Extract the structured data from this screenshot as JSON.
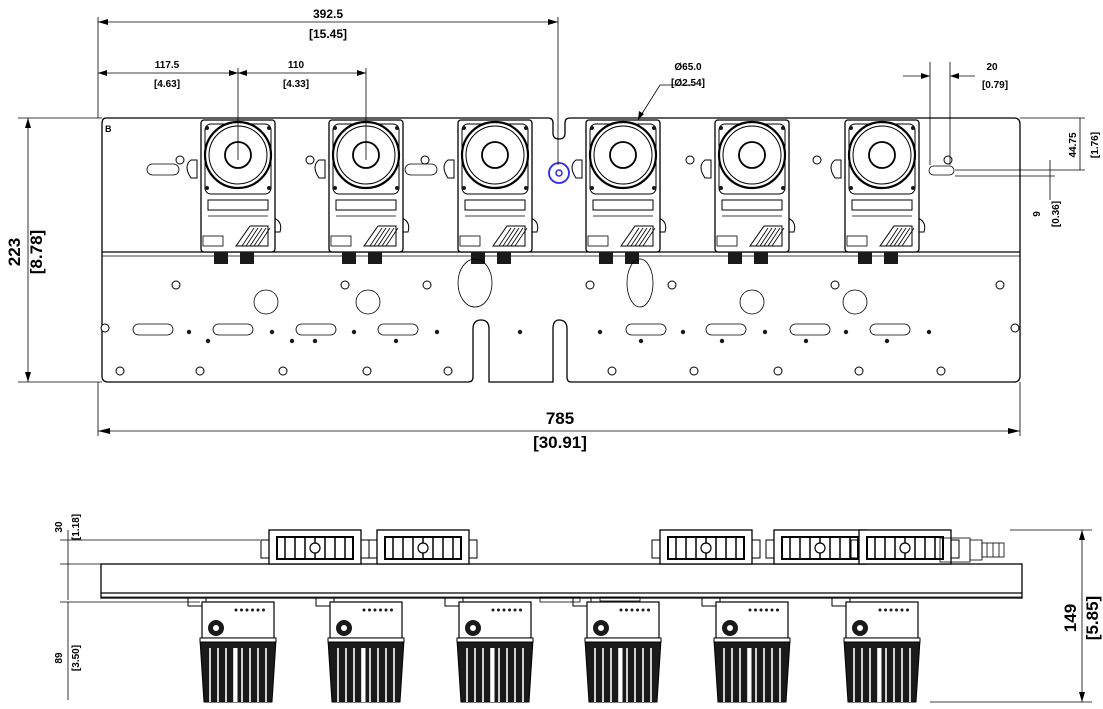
{
  "dimensions": {
    "overall_width": {
      "mm": "785",
      "in": "[30.91]"
    },
    "half_width": {
      "mm": "392.5",
      "in": "[15.45]"
    },
    "edge_to_first_light": {
      "mm": "117.5",
      "in": "[4.63]"
    },
    "light_pitch": {
      "mm": "110",
      "in": "[4.33]"
    },
    "light_diameter": {
      "mm": "Ø65.0",
      "in": "[Ø2.54]"
    },
    "slot_offset": {
      "mm": "20",
      "in": "[0.79]"
    },
    "slot_height": {
      "mm": "44.75",
      "in": "[1.76]"
    },
    "slot_width": {
      "mm": "9",
      "in": "[0.36]"
    },
    "plate_height": {
      "mm": "223",
      "in": "[8.78]"
    },
    "side_top_height": {
      "mm": "30",
      "in": "[1.18]"
    },
    "side_light_depth": {
      "mm": "89",
      "in": "[3.50]"
    },
    "side_total_height": {
      "mm": "149",
      "in": "[5.85]"
    }
  },
  "colors": {
    "line": "#000000",
    "highlight": "#2a2af0",
    "light_body": "#1a1a1a"
  },
  "top_view": {
    "light_count": 6
  },
  "side_view": {
    "light_count": 6,
    "clamp_count": 5
  }
}
